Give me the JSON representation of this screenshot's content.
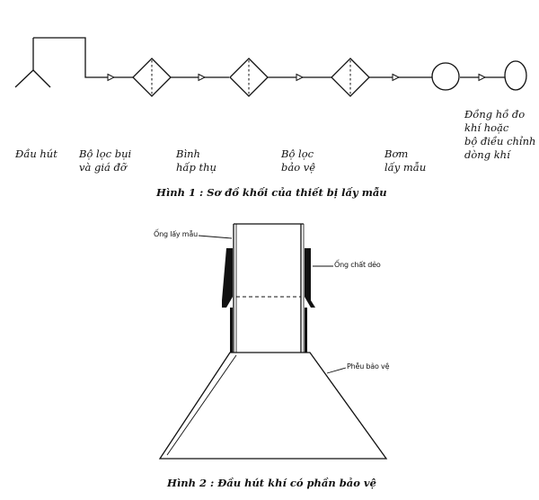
{
  "figure1": {
    "labels": {
      "intake_head": "Đầu hút",
      "dust_filter": "Bộ lọc bụi\nvà giá đỡ",
      "absorption_flask": "Bình\nhấp thụ",
      "protective_filter": "Bộ lọc\nbảo vệ",
      "sampling_pump": "Bơm\nlấy mẫu",
      "flow_meter": "Đồng hồ đo\nkhí hoặc\nbộ điều chỉnh\ndòng khí"
    },
    "caption": "Hình 1 : Sơ đồ khối của thiết bị lấy mẫu"
  },
  "figure2": {
    "callouts": {
      "sampling_tube": "Ống lấy mẫu",
      "plastic_tube": "Ống chất dẻo",
      "protective_funnel": "Phễu bảo vệ"
    },
    "caption": "Hình 2 : Đầu hút khí có phần bảo vệ"
  }
}
